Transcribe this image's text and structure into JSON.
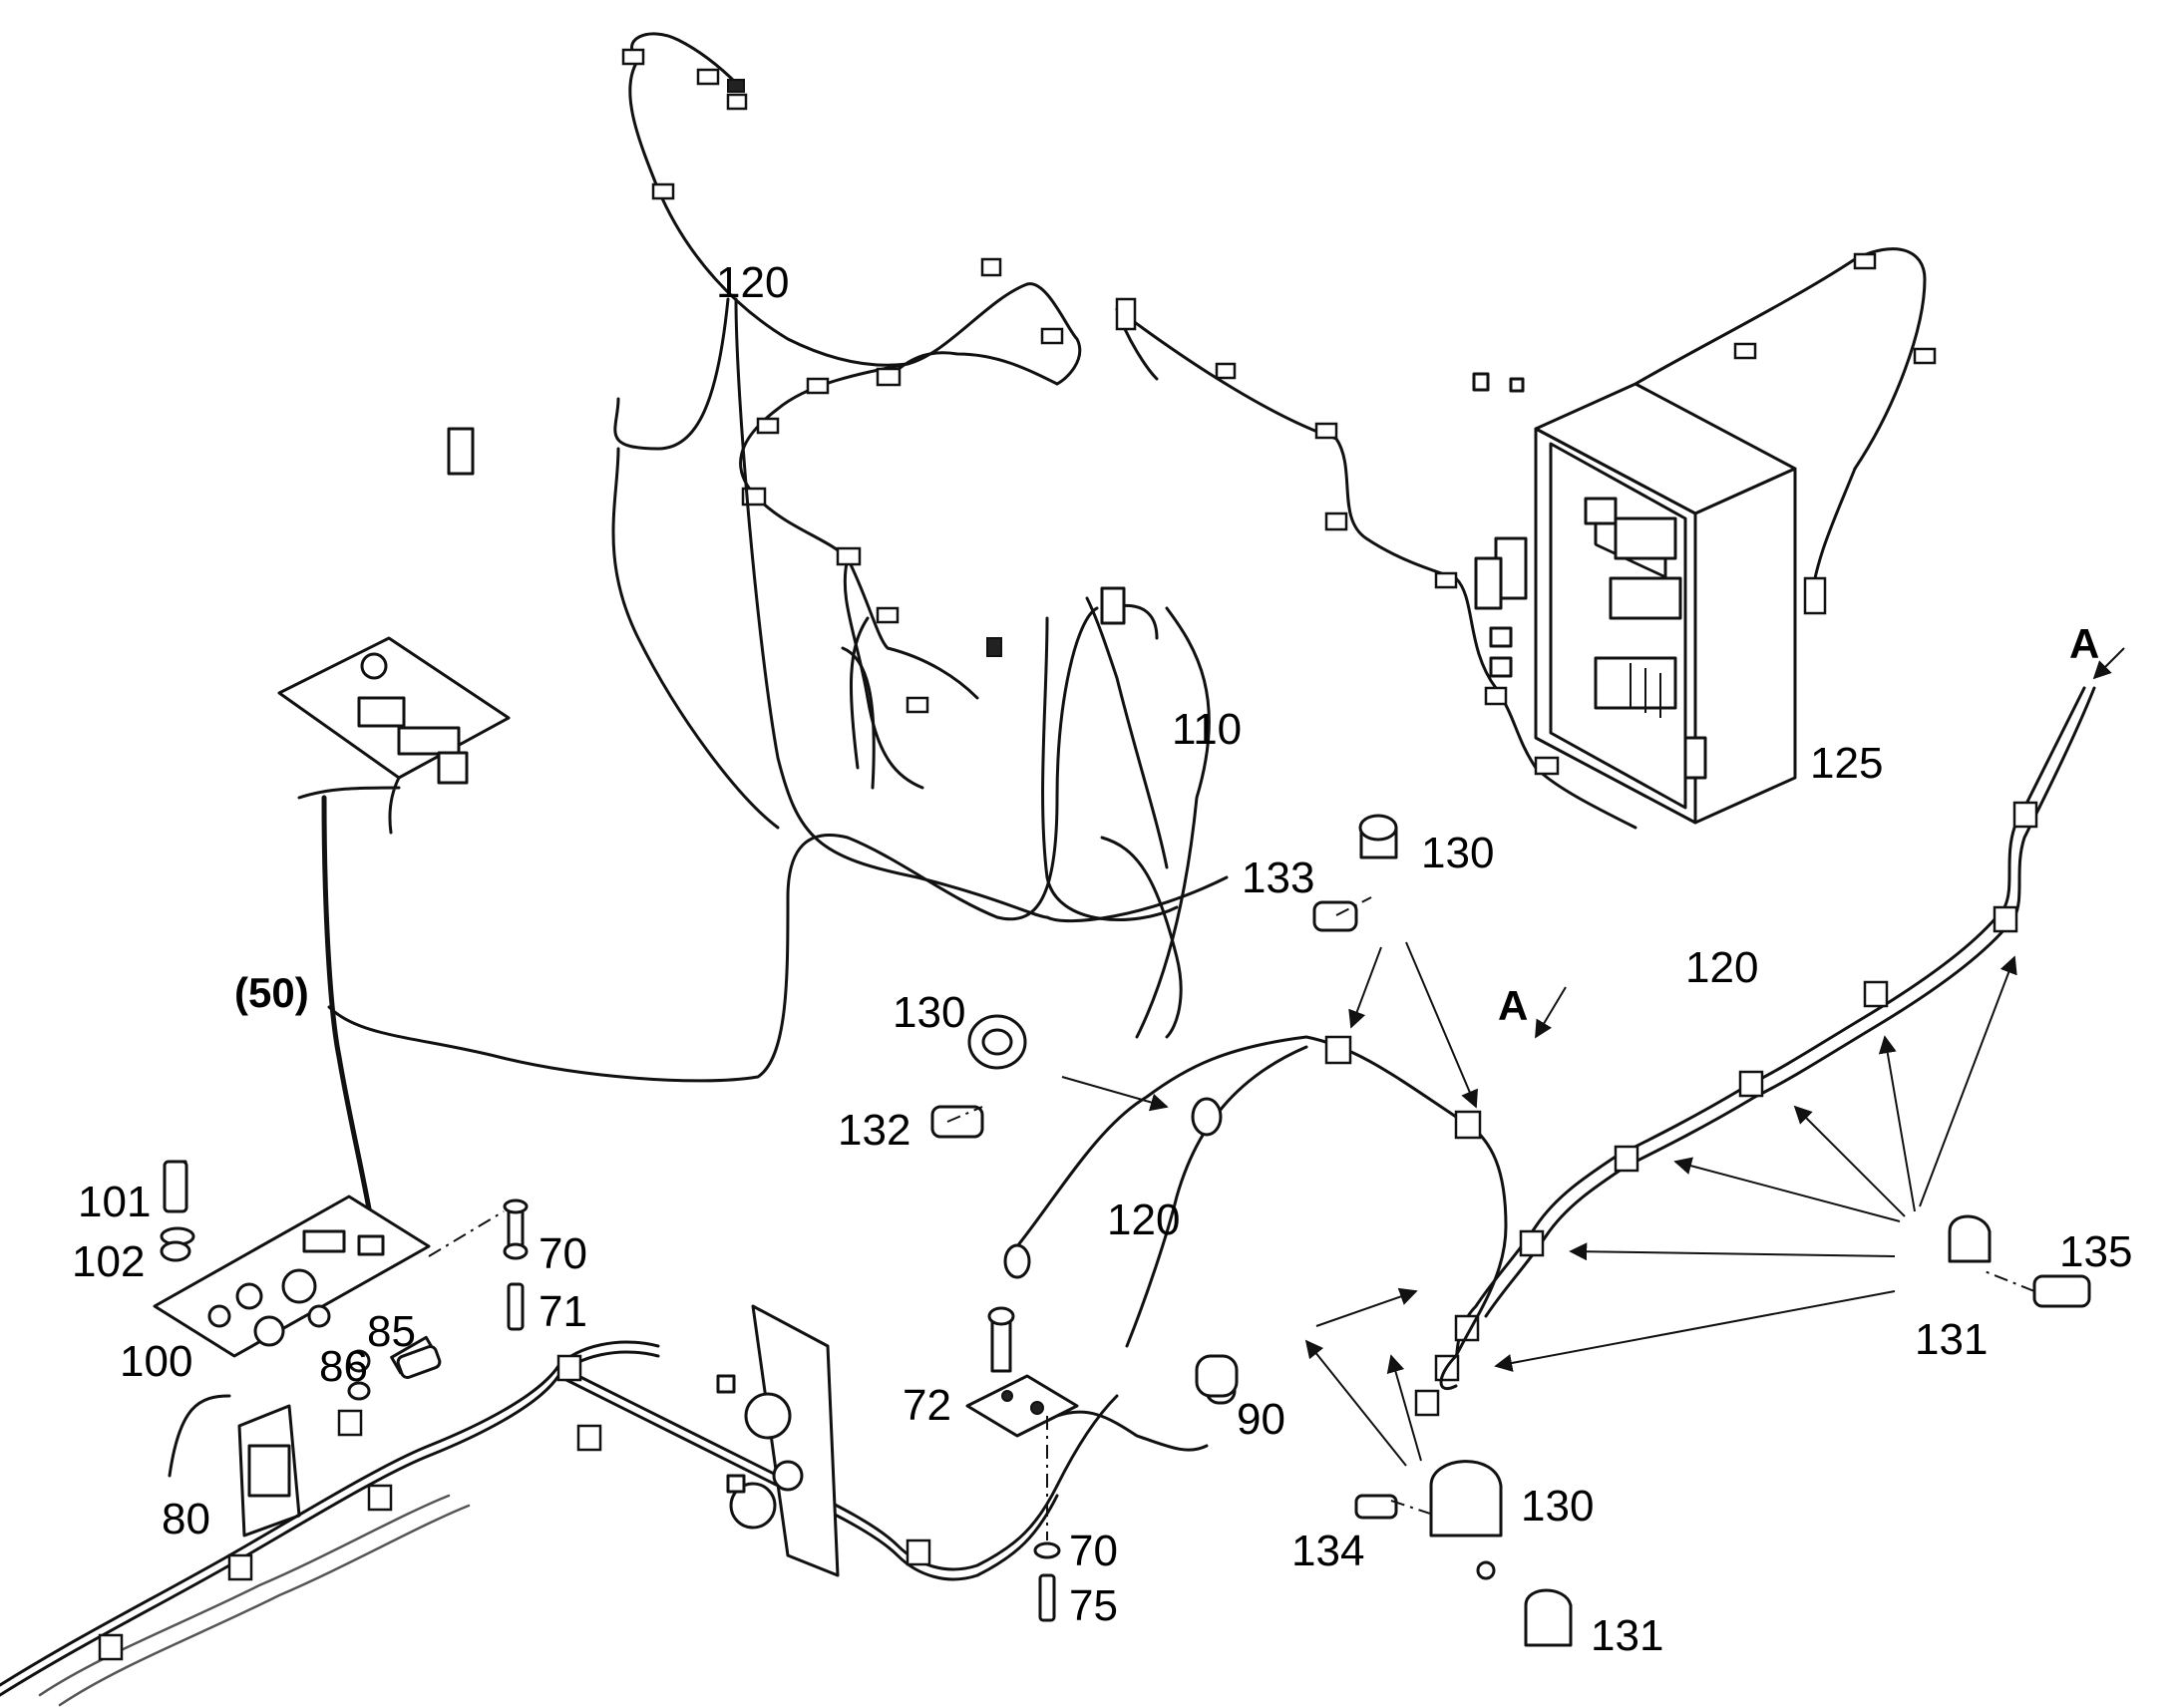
{
  "labels": {
    "l120_top": "120",
    "l110": "110",
    "l125": "125",
    "lA_right": "A",
    "lA_mid": "A",
    "l120_right": "120",
    "l133": "133",
    "l130_top": "130",
    "l130_mid": "130",
    "l132": "132",
    "l50": "(50)",
    "l120_mid": "120",
    "l135": "135",
    "l131_right": "131",
    "l101": "101",
    "l102": "102",
    "l70_top": "70",
    "l71": "71",
    "l100": "100",
    "l85": "85",
    "l86": "86",
    "l72": "72",
    "l90": "90",
    "l80": "80",
    "l70_bottom": "70",
    "l75": "75",
    "l130_bottom": "130",
    "l134": "134",
    "l131_bottom": "131"
  }
}
